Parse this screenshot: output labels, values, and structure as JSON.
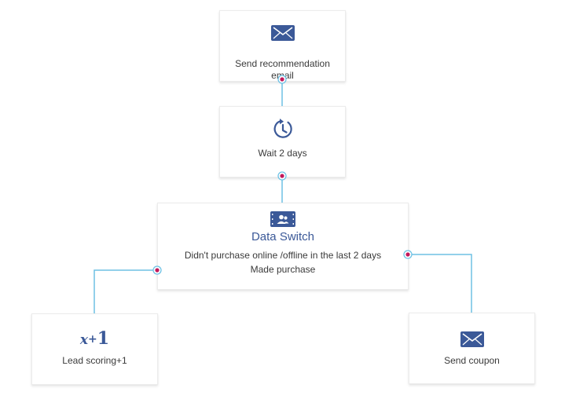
{
  "colors": {
    "connector": "#6ec1e4",
    "port": "#c2185b",
    "accent": "#3b5998",
    "text": "#3a3a3a"
  },
  "nodes": {
    "send_email": {
      "icon": "envelope-icon",
      "label": "Send recommendation email"
    },
    "wait": {
      "icon": "timer-icon",
      "label": "Wait 2 days"
    },
    "data_switch": {
      "icon": "audience-switch-icon",
      "title": "Data Switch",
      "conditions": [
        "Didn't purchase online /offline in the last 2 days",
        "Made purchase"
      ]
    },
    "lead_scoring": {
      "icon": "score-icon",
      "icon_text": "x+1",
      "label": "Lead scoring+1"
    },
    "send_coupon": {
      "icon": "envelope-icon",
      "label": "Send coupon"
    }
  }
}
